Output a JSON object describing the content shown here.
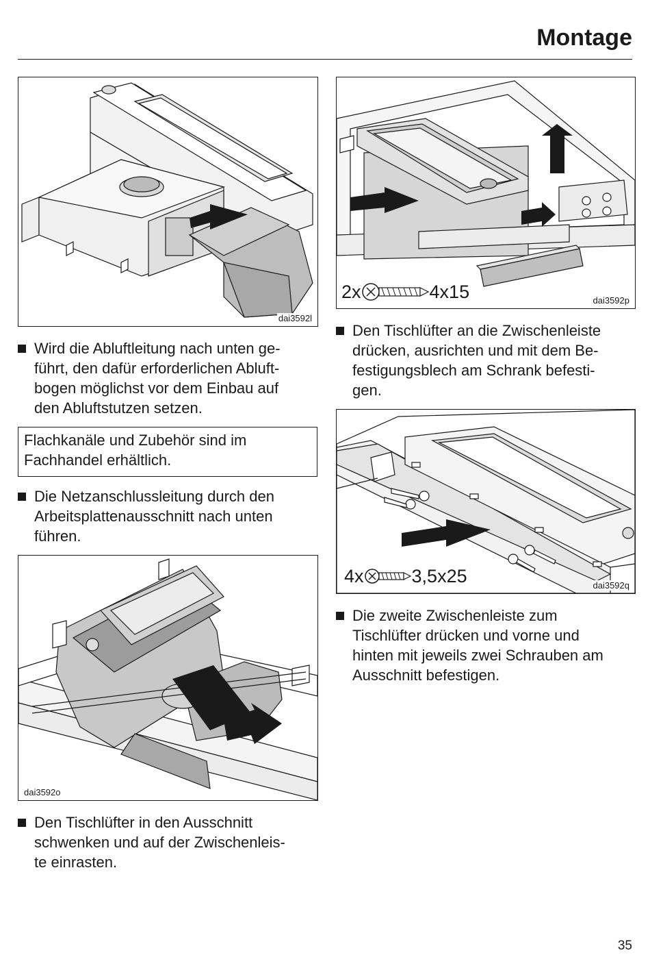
{
  "header": {
    "title": "Montage"
  },
  "left_column": {
    "figure_1": {
      "id": "dai3592l"
    },
    "step_1": {
      "lines": [
        "Wird die Abluftleitung nach unten ge-",
        "führt, den dafür erforderlichen Abluft-",
        "bogen möglichst vor dem Einbau auf",
        "den Abluftstutzen setzen."
      ]
    },
    "note": {
      "lines": [
        "Flachkanäle und Zubehör sind im",
        "Fachhandel erhältlich."
      ]
    },
    "step_2": {
      "lines": [
        "Die Netzanschlussleitung durch den",
        "Arbeitsplattenausschnitt nach unten",
        "führen."
      ]
    },
    "figure_2": {
      "id": "dai3592o"
    },
    "step_3": {
      "lines": [
        "Den Tischlüfter in den Ausschnitt",
        "schwenken und auf der Zwischenleis-",
        "te einrasten."
      ]
    }
  },
  "right_column": {
    "figure_3": {
      "id": "dai3592p",
      "screw_qty": "2x",
      "screw_size": "4x15"
    },
    "step_4": {
      "lines": [
        "Den Tischlüfter an die Zwischenleiste",
        "drücken, ausrichten und mit dem Be-",
        "festigungsblech am Schrank befesti-",
        "gen."
      ]
    },
    "figure_4": {
      "id": "dai3592q",
      "screw_qty": "4x",
      "screw_size": "3,5x25"
    },
    "step_5": {
      "lines": [
        "Die zweite Zwischenleiste zum",
        "Tischlüfter drücken und vorne und",
        "hinten mit jeweils zwei Schrauben am",
        "Ausschnitt befestigen."
      ]
    }
  },
  "footer": {
    "page_number": "35"
  }
}
